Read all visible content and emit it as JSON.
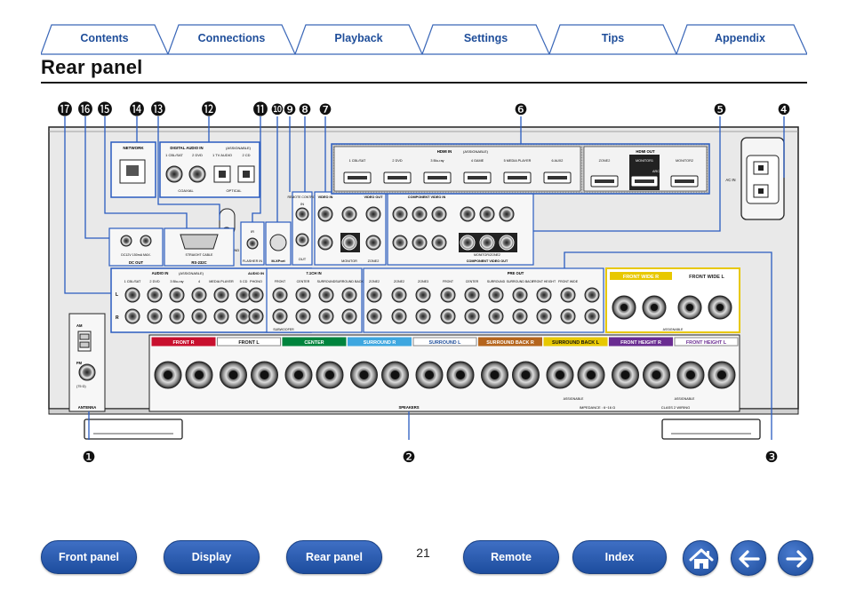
{
  "tabs": [
    "Contents",
    "Connections",
    "Playback",
    "Settings",
    "Tips",
    "Appendix"
  ],
  "page_title": "Rear panel",
  "callouts": {
    "n1": "❶",
    "n2": "❷",
    "n3": "❸",
    "n4": "❹",
    "n5": "❺",
    "n6": "❻",
    "n7": "❼",
    "n8": "❽",
    "n9": "❾",
    "n10": "❿",
    "n11": "⓫",
    "n12": "⓬",
    "n13": "⓭",
    "n14": "⓮",
    "n15": "⓯",
    "n16": "⓰",
    "n17": "⓱"
  },
  "panel": {
    "network": "NETWORK",
    "digital_audio_in": "DIGITAL AUDIO IN",
    "assignable": "(ASSIGNABLE)",
    "coaxial": "COAXIAL",
    "optical": "OPTICAL",
    "dig_cbl_sat": "1 CBL/SAT",
    "dig_dvd": "2 DVD",
    "dig_tv_audio": "1 TV AUDIO",
    "dig_cd": "2 CD",
    "dc_out": "DC OUT",
    "dc_spec": "DC12V 150mA MAX.",
    "rs232c": "RS-232C",
    "straight_cable": "STRAIGHT CABLE",
    "signal_gnd": "SIGNAL GND",
    "flasher_in": "FLASHER IN",
    "ir_in": "IR",
    "m_xport": "M-XPort",
    "remote_control": "REMOTE CONTROL",
    "rc_in": "IN",
    "rc_out": "OUT",
    "hdmi_in": "HDMI IN",
    "hdmi_in_assignable": "(ASSIGNABLE)",
    "hdmi_in_ports": [
      "1 CBL/SAT",
      "2 DVD",
      "3 Blu-ray",
      "4 GAME",
      "5 MEDIA PLAYER",
      "6 AUX2"
    ],
    "hdmi_out": "HDMI OUT",
    "hdmi_out_ports": [
      "ZONE2",
      "MONITOR1",
      "MONITOR2"
    ],
    "arc": "ARC",
    "ac_in": "AC IN",
    "video_in": "VIDEO IN",
    "video_out": "VIDEO OUT",
    "component_video_in": "COMPONENT VIDEO IN",
    "component_video_out": "COMPONENT VIDEO OUT",
    "monitor": "MONITOR",
    "zone2": "ZONE2",
    "monitor_zone2": "MONITOR/ZONE2",
    "audio_in": "AUDIO IN",
    "audio_in_ports": [
      "1 CBL/SAT",
      "2 DVD",
      "3 Blu-ray",
      "4",
      "MEDIA PLAYER",
      "5 CD"
    ],
    "phono": "PHONO",
    "ch71_in": "7.1CH IN",
    "ch71_ports": [
      "FRONT",
      "CENTER",
      "SURROUND",
      "SURROUND BACK"
    ],
    "subwoofer": "SUBWOOFER",
    "pre_out": "PRE OUT",
    "zone_out": [
      "ZONE2",
      "ZONE3"
    ],
    "preout_ports": [
      "FRONT",
      "CENTER",
      "SURROUND",
      "SURROUND BACK",
      "FRONT HEIGHT",
      "FRONT WIDE"
    ],
    "antenna": "ANTENNA",
    "am": "AM",
    "fm": "FM",
    "fm_ohm": "(75 Ω)",
    "speakers": "SPEAKERS",
    "impedance": "IMPEDANCE : 6~16 Ω",
    "class2": "CLASS 2 WIRING",
    "assignable_spk": "ASSIGNABLE",
    "spk_front_wide_r": "FRONT WIDE R",
    "spk_front_wide_l": "FRONT WIDE L",
    "spk_labels": [
      "FRONT R",
      "FRONT L",
      "CENTER",
      "SURROUND R",
      "SURROUND L",
      "SURROUND BACK R",
      "SURROUND BACK L",
      "FRONT HEIGHT R",
      "FRONT HEIGHT L"
    ],
    "side_l": "L",
    "side_r": "R"
  },
  "colors": {
    "tab_text": "#1f4e9a",
    "nav_blue": "#1d4d9e",
    "panel_outline": "#2a5cc0",
    "front": "#c8102e",
    "center": "#00843d",
    "surround": "#3ea7e0",
    "surround_back": "#b5651d",
    "front_height": "#6a2c91",
    "front_wide": "#e8c800"
  },
  "nav": {
    "front_panel": "Front panel",
    "display": "Display",
    "rear_panel": "Rear panel",
    "page_number": "21",
    "remote": "Remote",
    "index": "Index"
  },
  "icons": [
    "home-icon",
    "arrow-left-icon",
    "arrow-right-icon"
  ]
}
